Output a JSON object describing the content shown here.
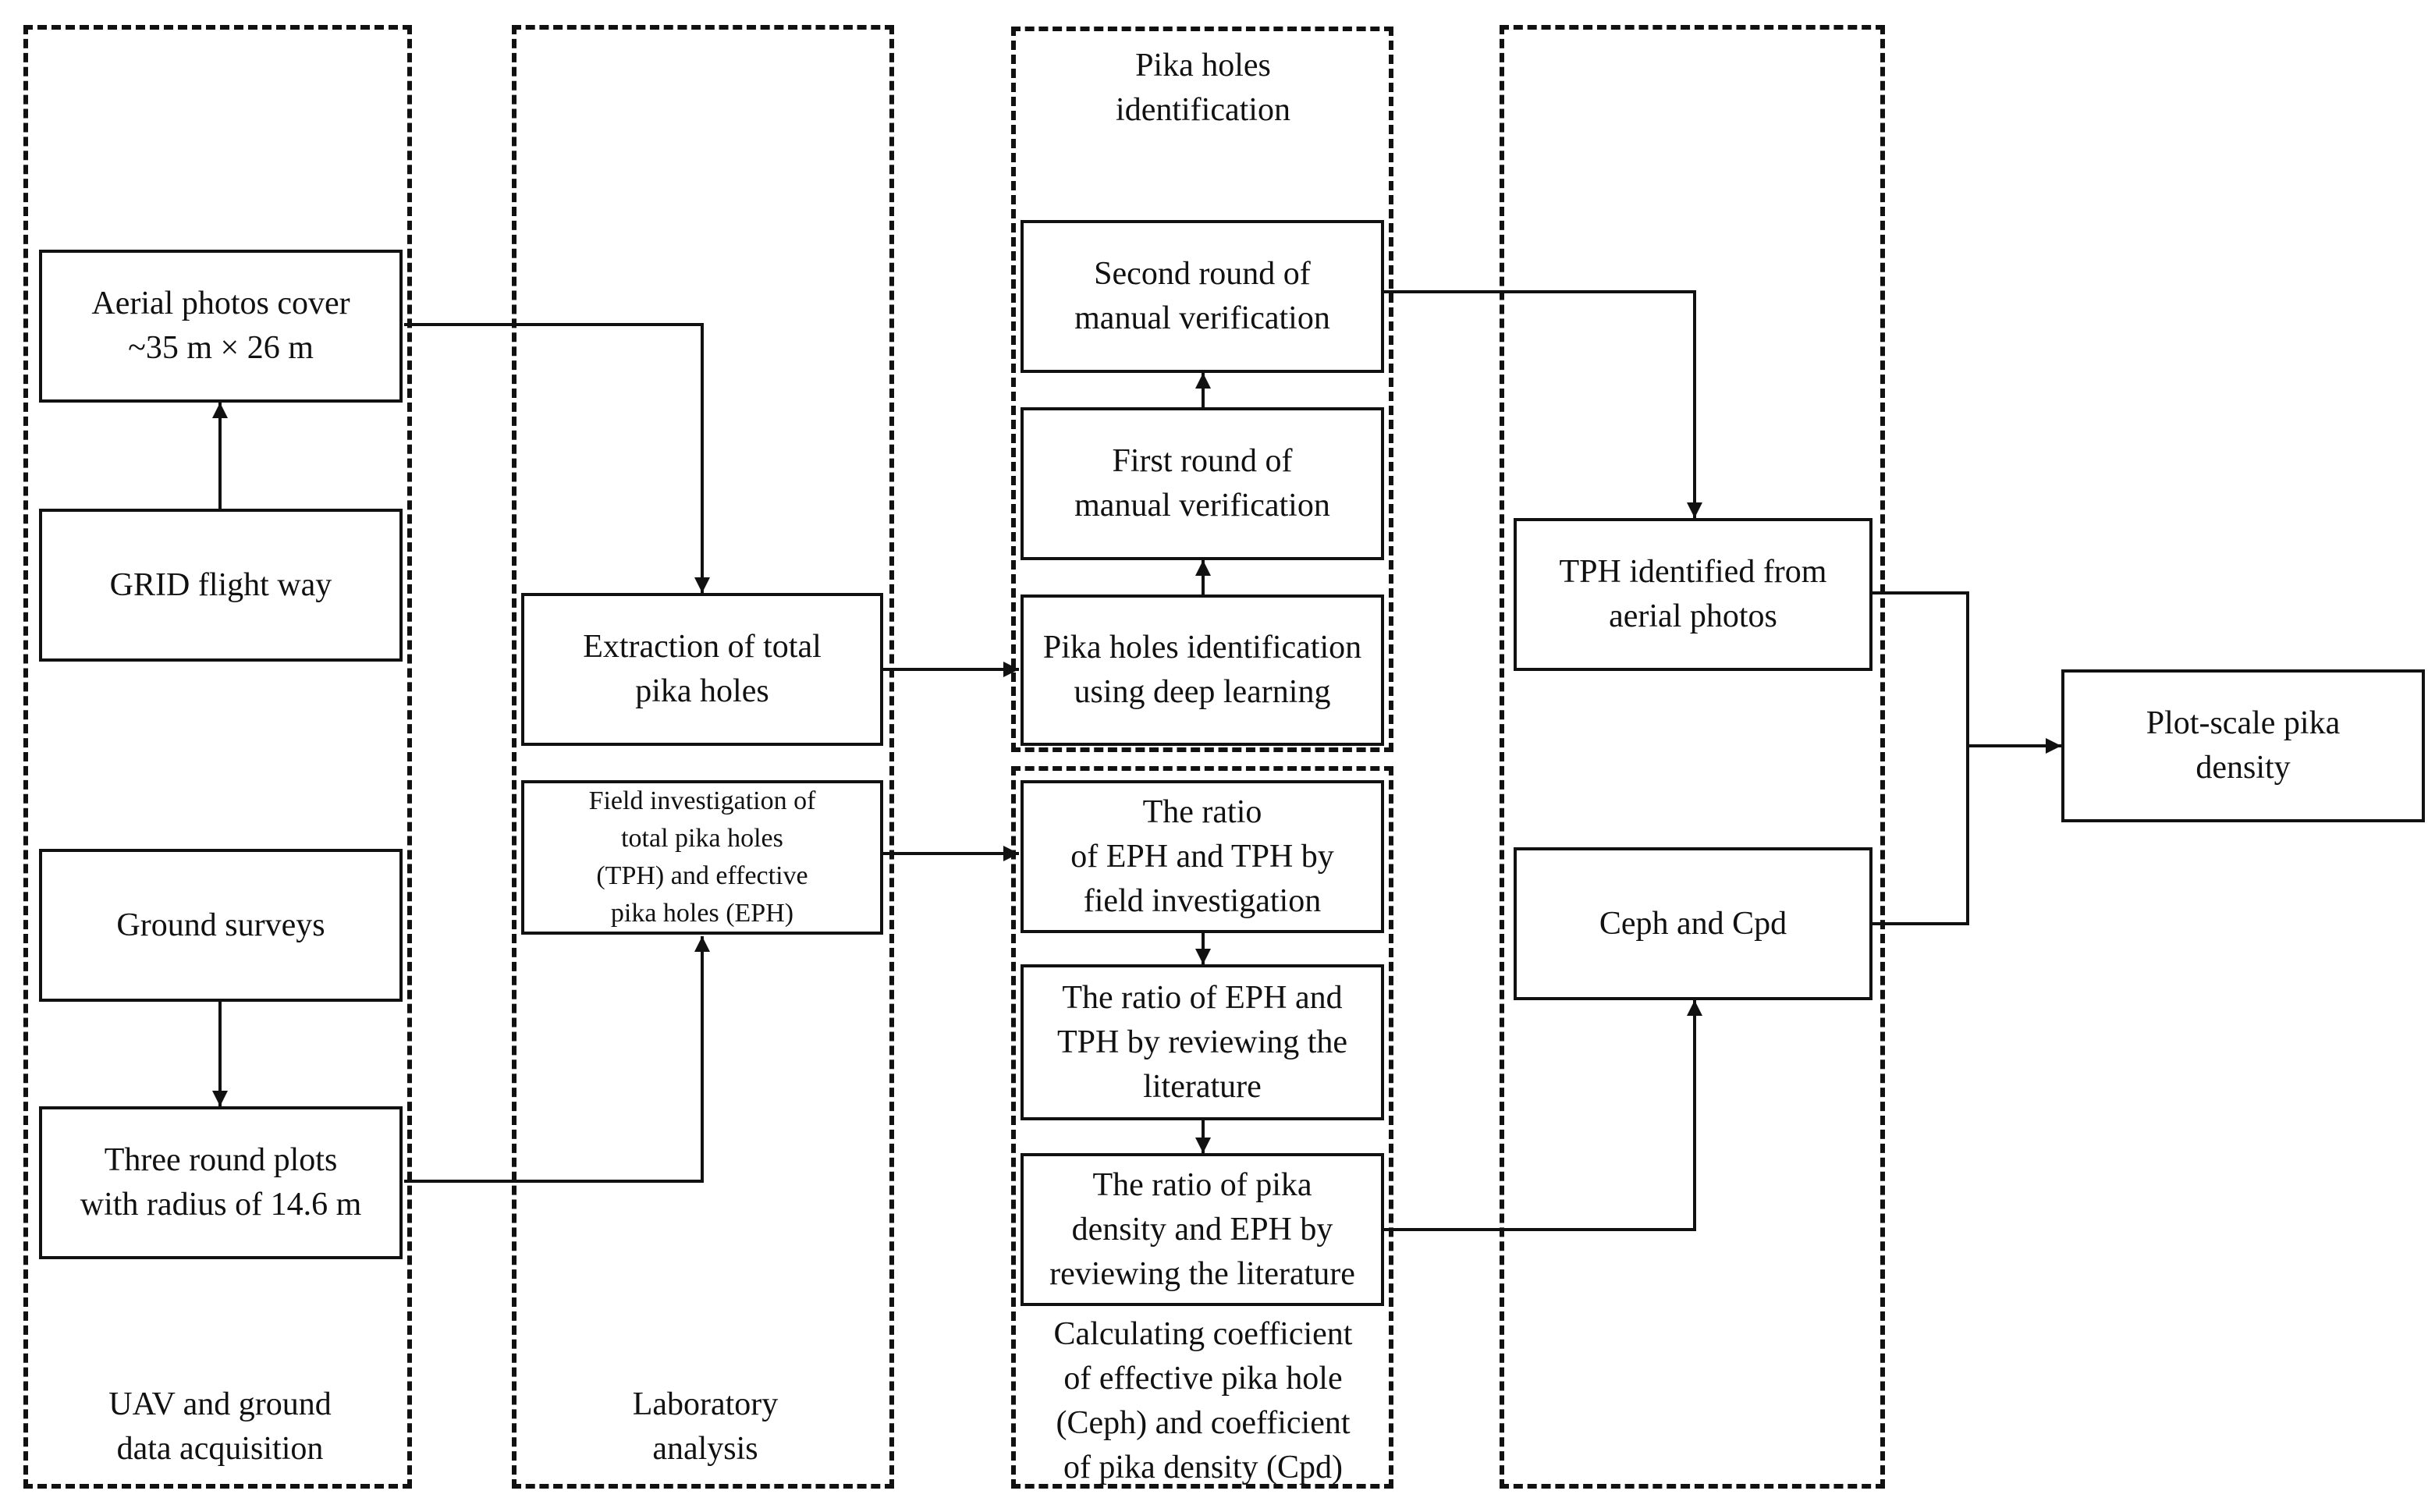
{
  "groups": {
    "uav": {
      "title": "UAV and ground\ndata acquisition"
    },
    "lab": {
      "title": "Laboratory\nanalysis"
    },
    "pika_id": {
      "title": "Pika holes\nidentification"
    },
    "coefficient": {
      "title": "Calculating coefficient\nof effective pika hole\n(Ceph) and coefficient\nof pika density (Cpd)"
    },
    "density": {
      "title": ""
    }
  },
  "boxes": {
    "aerial_photos": "Aerial photos cover\n~35 m × 26 m",
    "grid_flight": "GRID  flight way",
    "ground_surveys": "Ground surveys",
    "round_plots": "Three round plots\nwith radius of 14.6 m",
    "extraction": "Extraction of total\npika holes",
    "field_investigation": "Field investigation of\ntotal pika holes\n(TPH) and effective\npika holes (EPH)",
    "second_round": "Second round of\nmanual verification",
    "first_round": "First round of\nmanual verification",
    "deep_learning": "Pika holes identification\nusing deep learning",
    "ratio_field": "The ratio\nof EPH and TPH by\nfield investigation",
    "ratio_literature": "The ratio of EPH and\nTPH by reviewing the\nliterature",
    "ratio_density": "The ratio of pika\ndensity and EPH by\nreviewing the literature",
    "tph_identified": "TPH identified from\naerial photos",
    "ceph_cpd": "Ceph and Cpd",
    "plot_density": "Plot-scale pika\ndensity"
  },
  "colors": {
    "stroke": "#111111",
    "background": "#ffffff"
  }
}
